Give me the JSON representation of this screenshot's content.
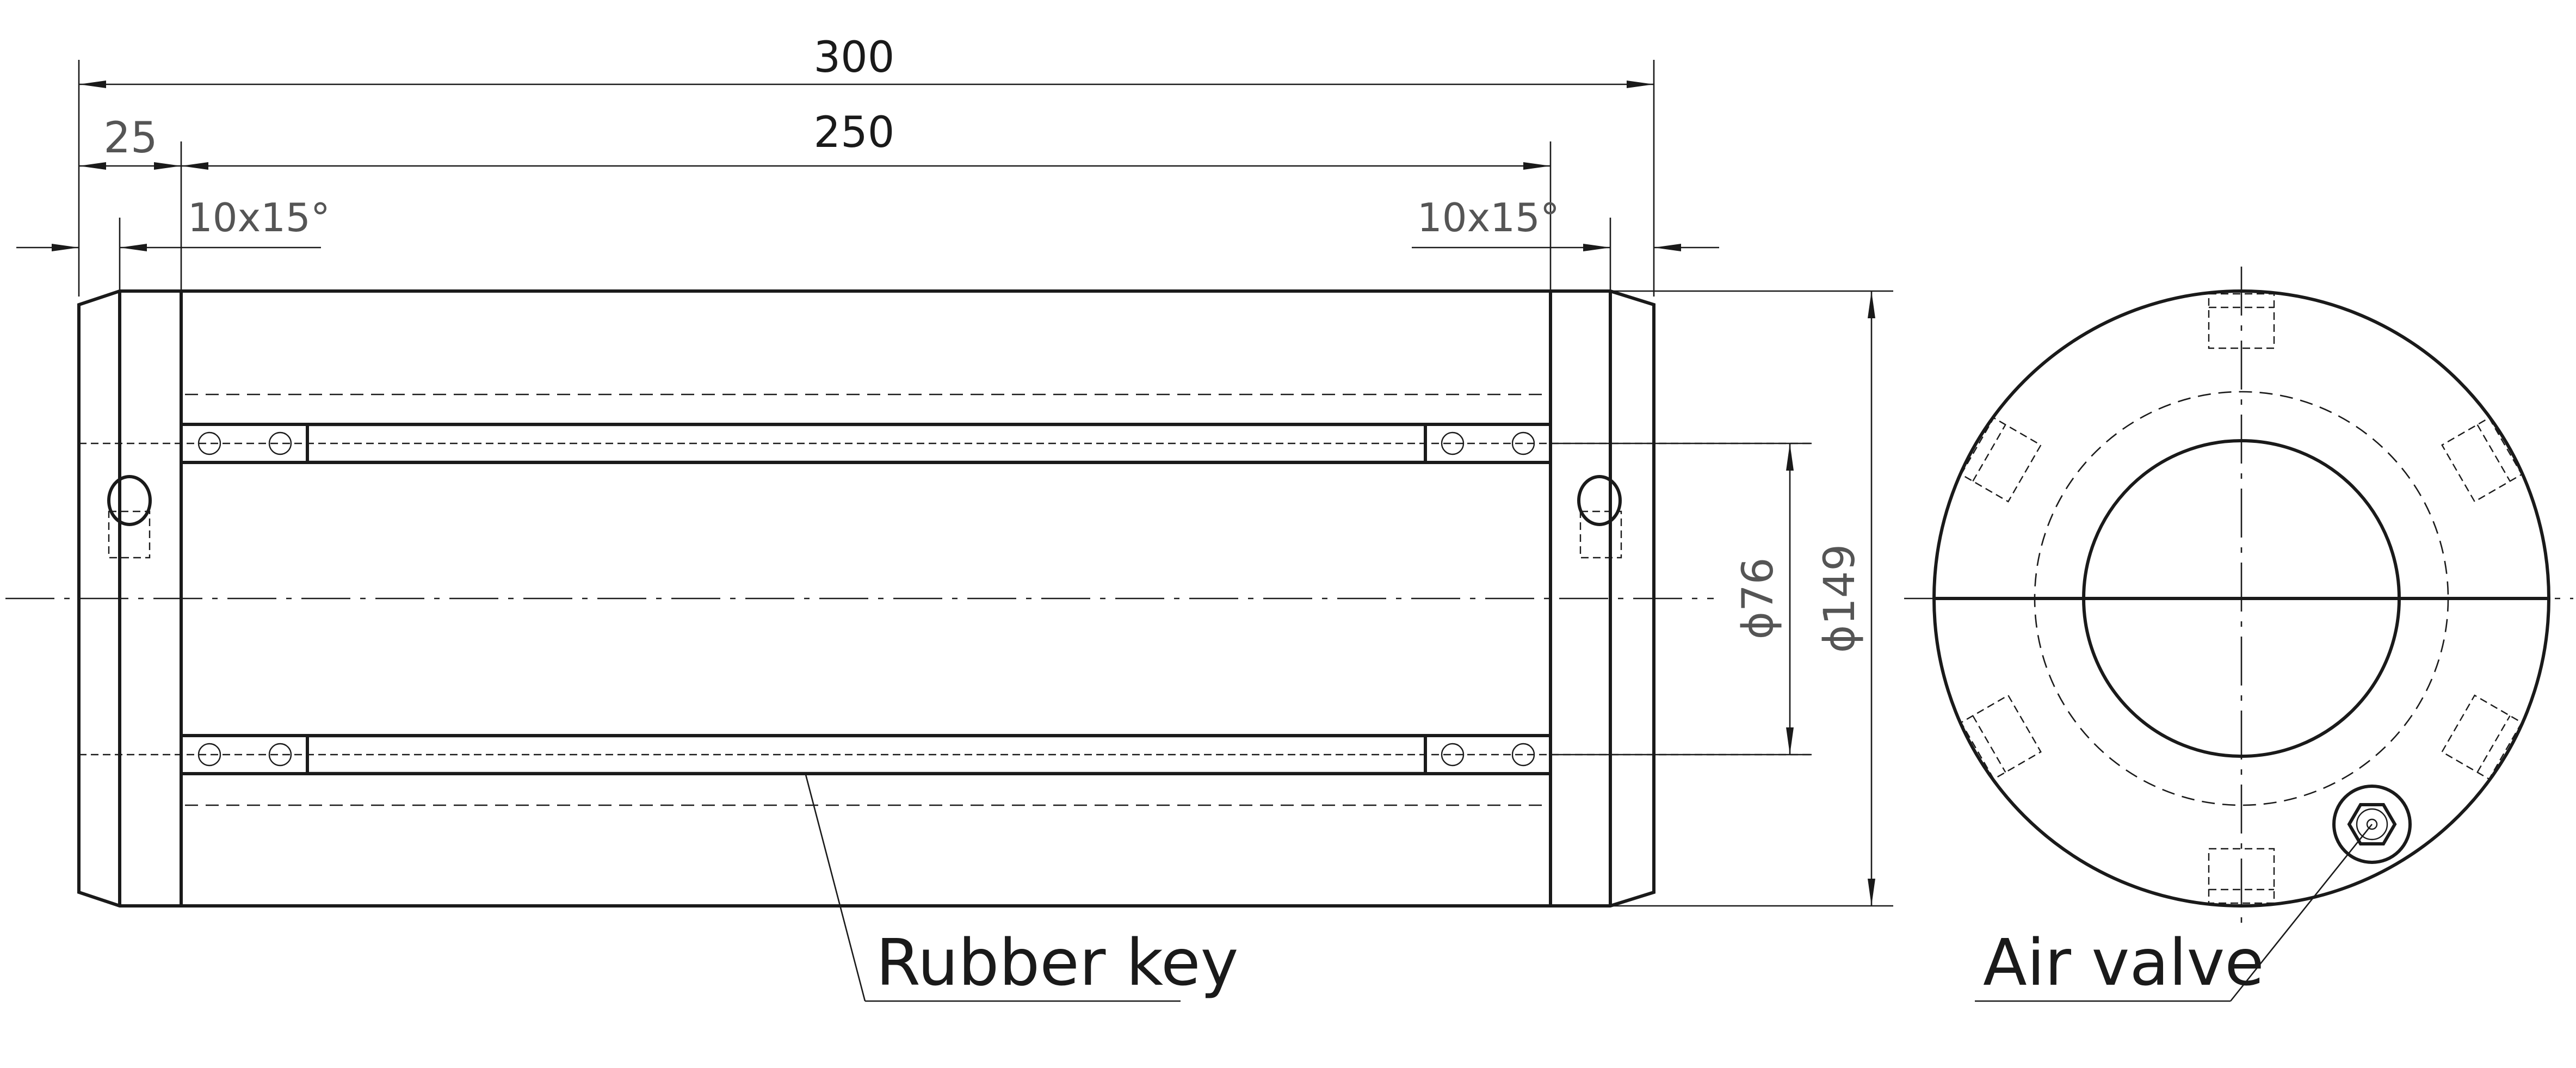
{
  "dimensions": {
    "overall_length": "300",
    "body_length": "250",
    "end_cap_length": "25",
    "chamfer_left": "10x15°",
    "chamfer_right": "10x15°",
    "inner_diameter": "ϕ76",
    "outer_diameter": "ϕ149"
  },
  "labels": {
    "rubber_key": "Rubber key",
    "air_valve": "Air valve"
  }
}
